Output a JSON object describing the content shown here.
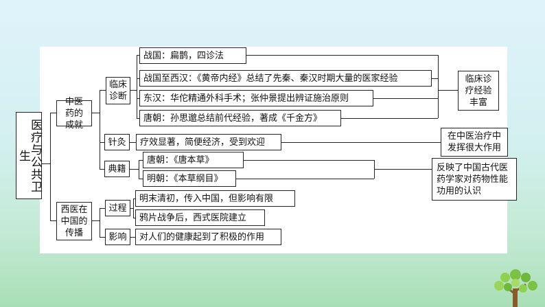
{
  "root": {
    "label": "医疗与公共卫生"
  },
  "branches": {
    "tcm_achievements": {
      "label": "中医药的成就"
    },
    "clinical_diagnosis": {
      "label": "临床诊断",
      "items": [
        "战国：扁鹊，四诊法",
        "战国至西汉：《黄帝内经》总结了先秦、秦汉时期大量的医家经验",
        "东汉：华佗精通外科手术；张仲景提出辨证施治原则",
        "唐朝：孙思邈总结前代经验，著成《千金方》"
      ],
      "conclusion": "临床诊疗经验丰富"
    },
    "acupuncture": {
      "label": "针灸",
      "item": "疗效显著，简便经济，受到欢迎",
      "conclusion": "在中医治疗中发挥很大作用"
    },
    "classics": {
      "label": "典籍",
      "items": [
        "唐朝：《唐本草》",
        "明朝：《本草纲目》"
      ],
      "conclusion": "反映了中国古代医药学家对药物性能功用的认识"
    },
    "western_medicine": {
      "label": "西医在中国的传播",
      "process": {
        "label": "过程",
        "items": [
          "明末清初，传入中国，但影响有限",
          "鸦片战争后，西式医院建立"
        ]
      },
      "influence": {
        "label": "影响",
        "item": "对人们的健康起到了积极的作用"
      }
    }
  }
}
